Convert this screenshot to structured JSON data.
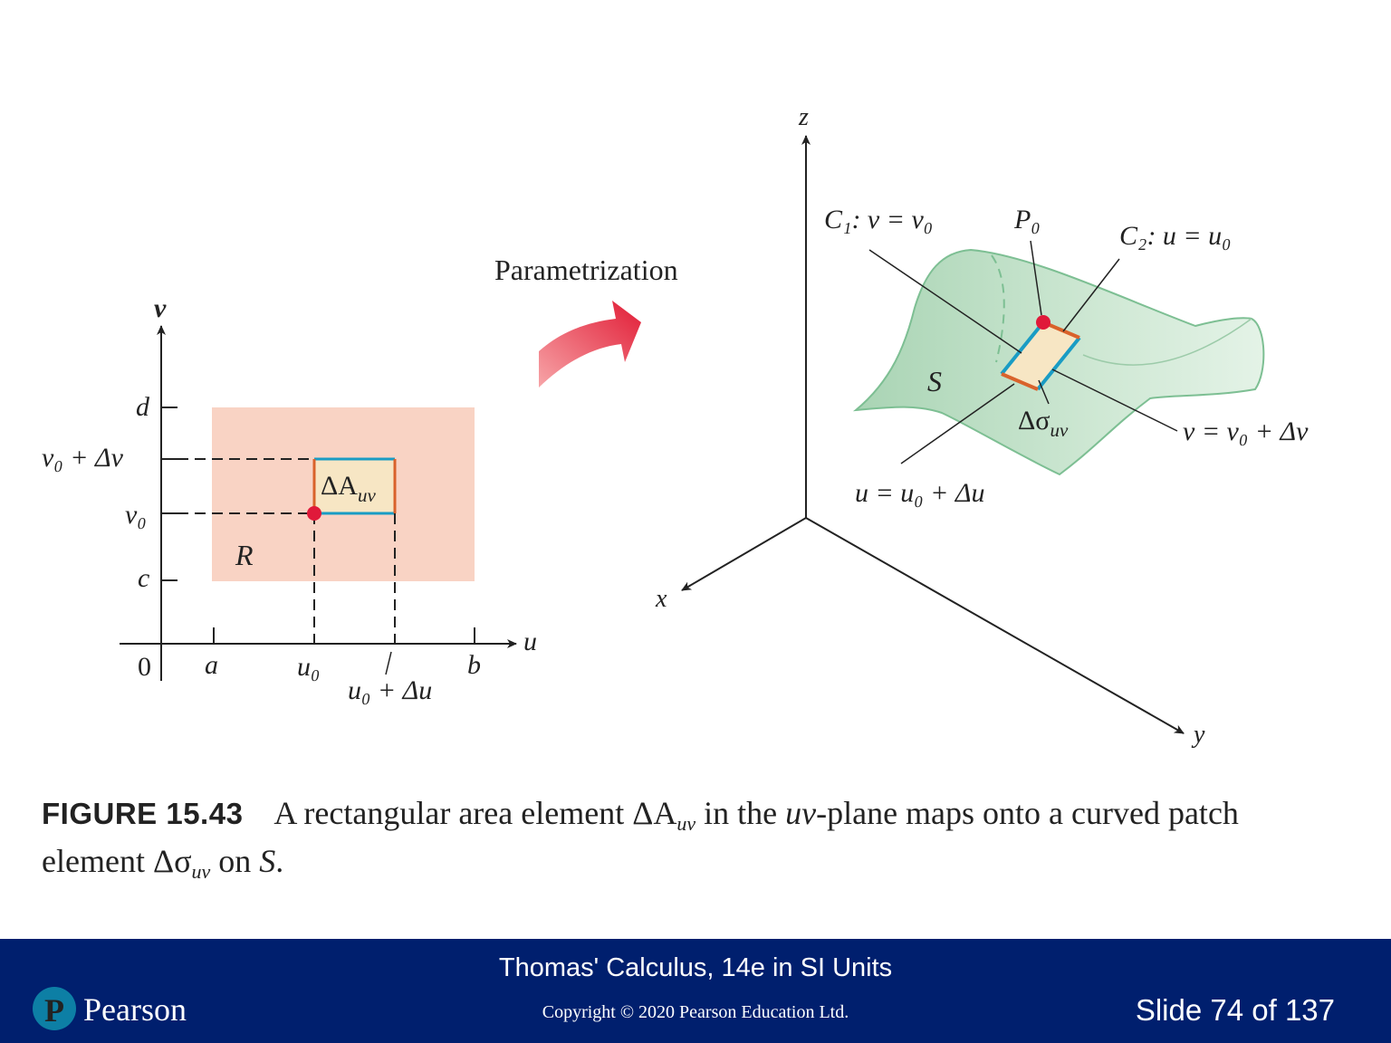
{
  "left_figure": {
    "axis_v": "v",
    "axis_u": "u",
    "tick_d": "d",
    "tick_c": "c",
    "tick_a": "a",
    "tick_b": "b",
    "origin": "0",
    "label_v0_dv": "v₀ + Δv",
    "label_v0": "v₀",
    "label_u0": "u₀",
    "label_u0_du": "u₀ + Δu",
    "region_label": "R",
    "area_element": "ΔA",
    "area_element_sub": "uv"
  },
  "arrow_label": "Parametrization",
  "right_figure": {
    "axis_z": "z",
    "axis_x": "x",
    "axis_y": "y",
    "c1_label": "C₁: v = v₀",
    "p0_label": "P₀",
    "c2_label": "C₂: u = u₀",
    "surface_label": "S",
    "patch_label": "Δσ",
    "patch_label_sub": "uv",
    "v_edge_label": "v = v₀ + Δv",
    "u_edge_label": "u = u₀ + Δu"
  },
  "caption": {
    "figure_number": "FIGURE 15.43",
    "part1": "A rectangular area element ",
    "area_symbol": "ΔA",
    "area_sub": "uv",
    "part2": " in the ",
    "plane_symbol": "uv",
    "part3": "-plane maps onto a curved patch element ",
    "patch_symbol": "Δσ",
    "patch_sub": "uv",
    "part4": " on ",
    "surface_symbol": "S",
    "part5": "."
  },
  "footer": {
    "book_title": "Thomas' Calculus, 14e in SI Units",
    "copyright": "Copyright © 2020 Pearson Education Ltd.",
    "slide_number": "Slide 74 of 137",
    "publisher": "Pearson",
    "logo_letter": "P"
  },
  "colors": {
    "region_fill": "#f9d3c4",
    "element_fill": "#f7e6c4",
    "edge_blue": "#1a9cc4",
    "edge_orange": "#d9622b",
    "point_red": "#e0193a",
    "surface_fill": "#b9dcc2",
    "surface_stroke": "#7dbf93",
    "arrow_red": "#e63b4c",
    "footer_bg": "#001f6e"
  }
}
